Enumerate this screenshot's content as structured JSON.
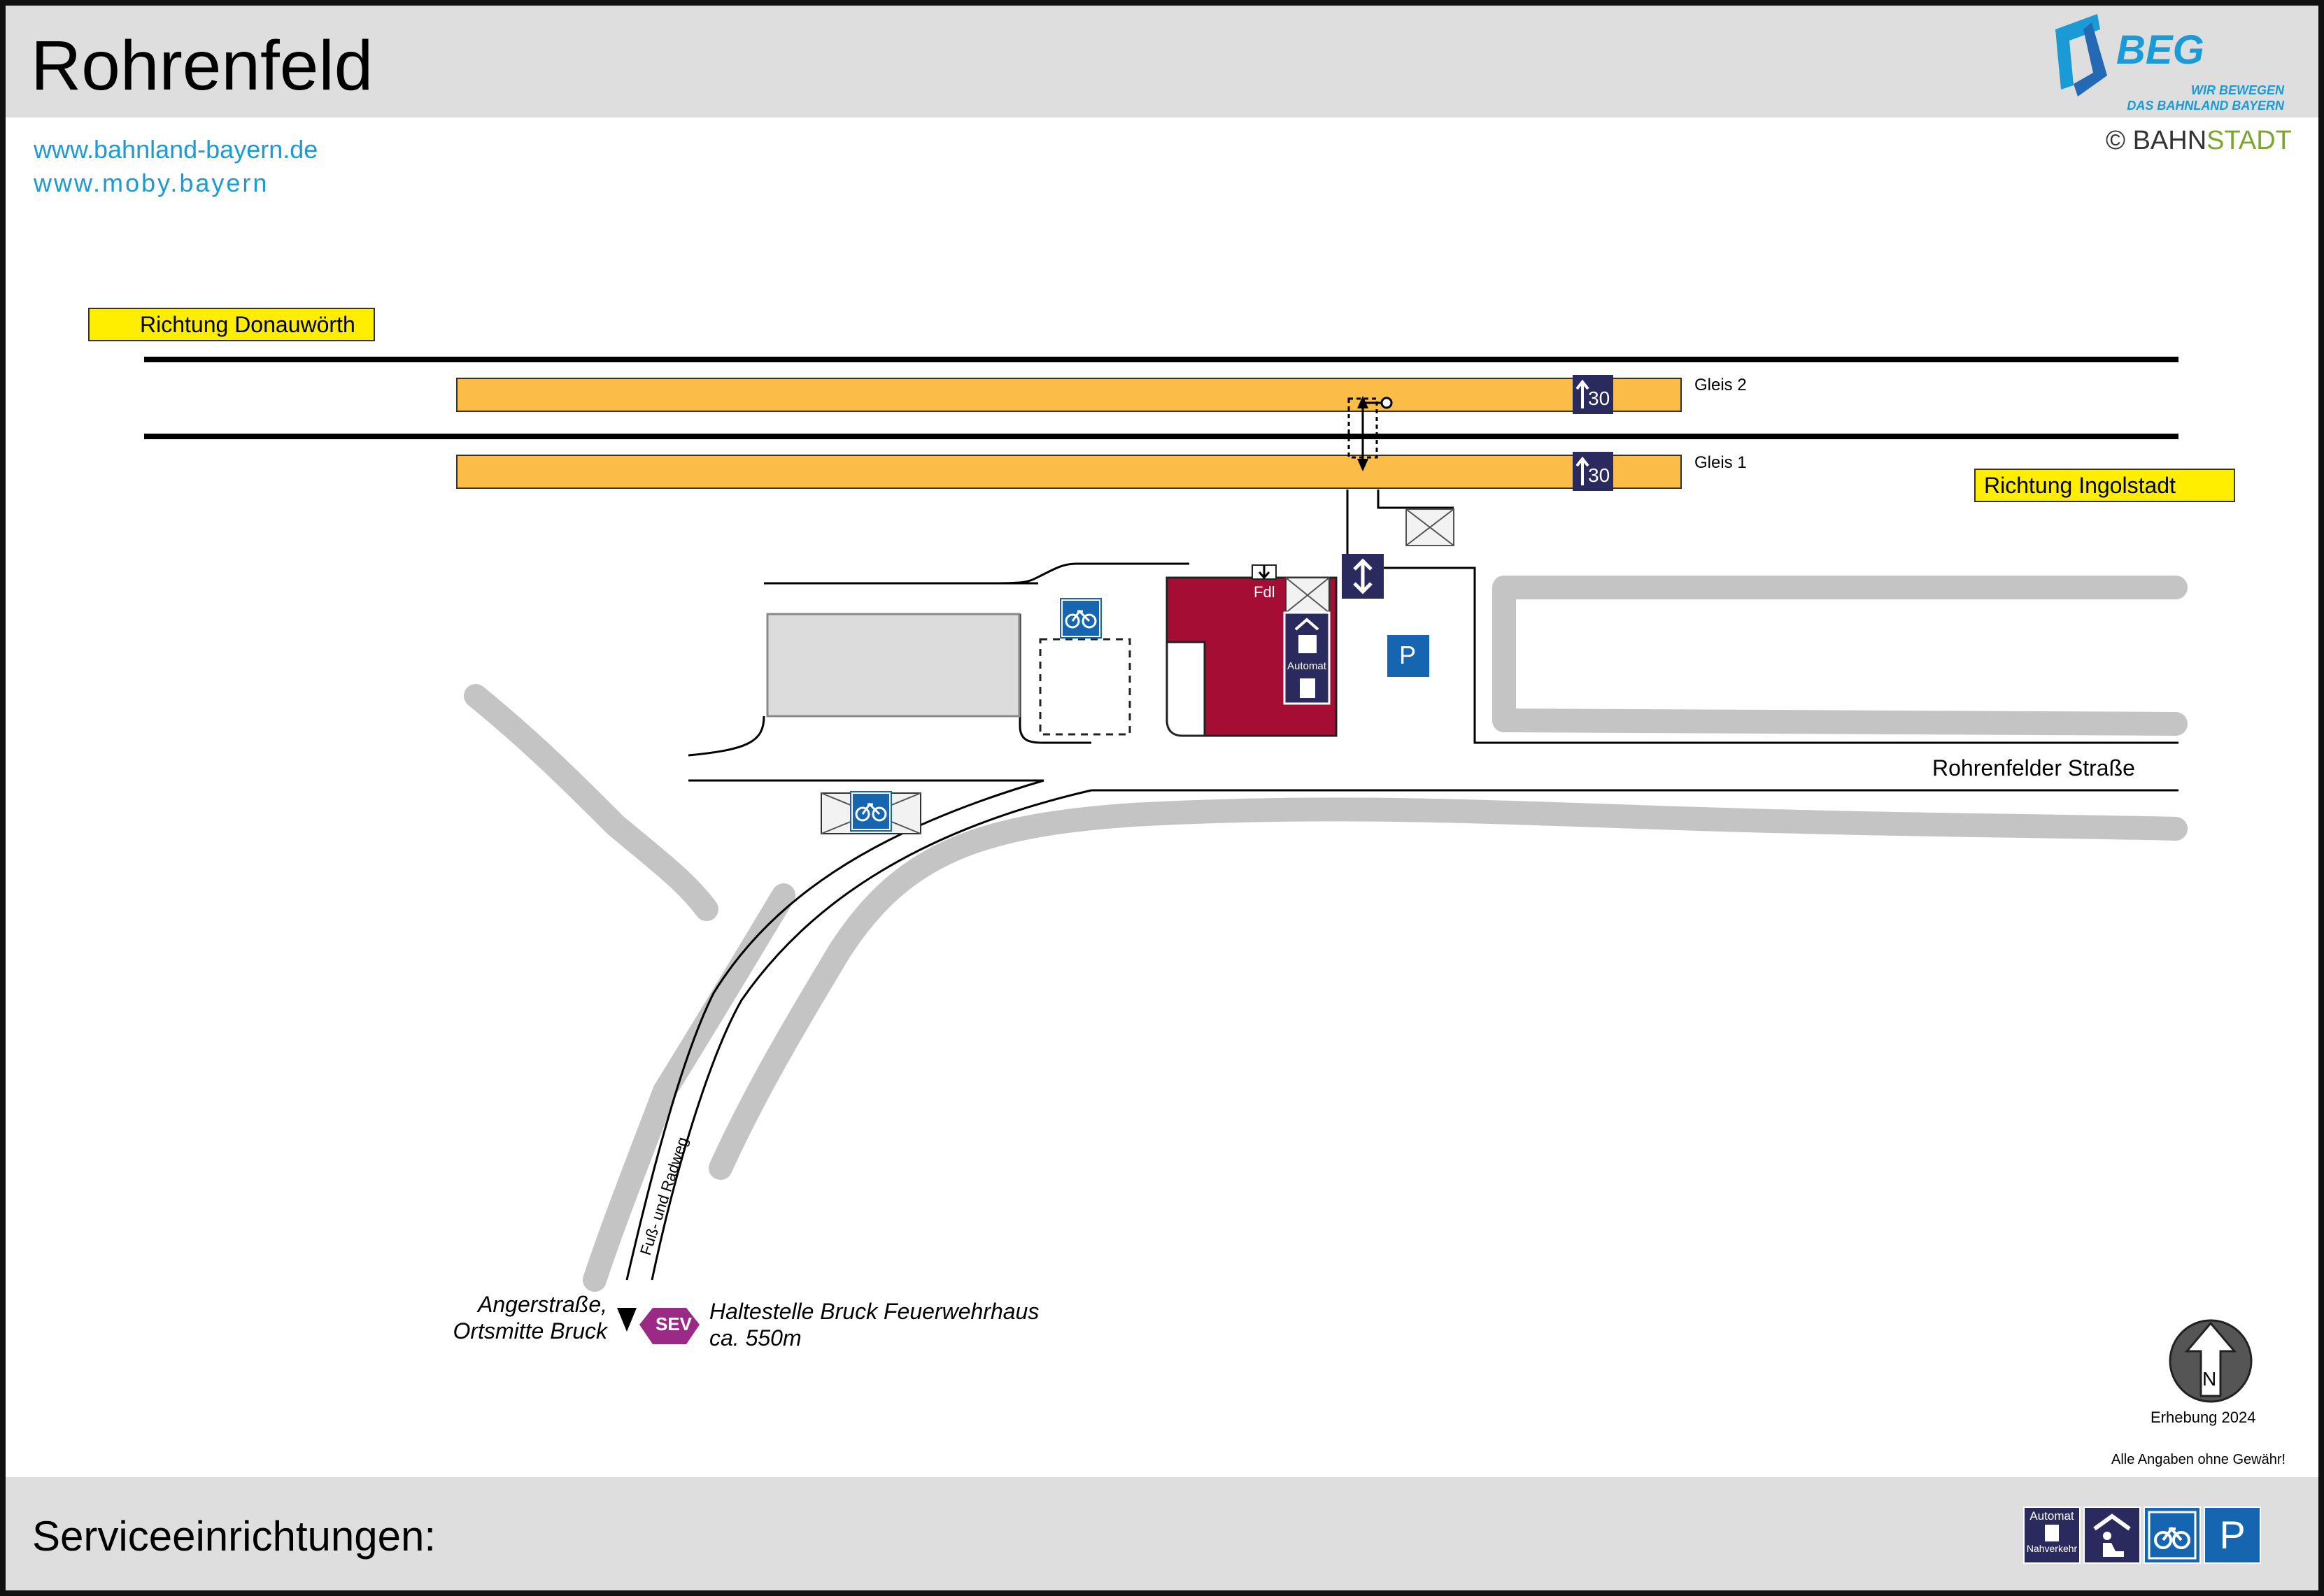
{
  "header": {
    "title": "Rohrenfeld",
    "links": [
      "www.bahnland-bayern.de",
      "www.moby.bayern"
    ],
    "logo_word": "BEG",
    "logo_claim_1": "WIR BEWEGEN",
    "logo_claim_2": "DAS BAHNLAND BAYERN",
    "copyright_symbol": "©",
    "copyright_a": "BAHN",
    "copyright_b": "STADT"
  },
  "map": {
    "direction_left": "Richtung Donauwörth",
    "direction_right": "Richtung Ingolstadt",
    "tracks": [
      "Gleis 2",
      "Gleis 1"
    ],
    "platform_length_sign": "30",
    "station_office": "Fdl",
    "ticket_machine": "Automat",
    "parking": "P",
    "street": "Rohrenfelder Straße",
    "path": "Fuß- und Radweg",
    "stop_left_1": "Angerstraße,",
    "stop_left_2": "Ortsmitte Bruck",
    "sev_badge": "SEV",
    "sev_stop_1": "Haltestelle Bruck Feuerwehrhaus",
    "sev_stop_2": "ca. 550m",
    "survey": "Erhebung 2024",
    "north": "N",
    "disclaimer": "Alle Angaben ohne Gewähr!"
  },
  "footer": {
    "title": "Serviceeinrichtungen:",
    "icons": [
      {
        "name": "ticket-machine-icon",
        "top": "Automat",
        "bottom": "Nahverkehr"
      },
      {
        "name": "waiting-shelter-icon"
      },
      {
        "name": "bike-parking-icon"
      },
      {
        "name": "parking-icon",
        "label": "P"
      }
    ]
  },
  "colors": {
    "platform": "#fbbd47",
    "building": "#a60d35",
    "parking": "#1565b0",
    "bike": "#1565b0",
    "icon_navy": "#2b2a5e",
    "sev": "#9b2a86",
    "direction_sign": "#ffee00",
    "vegetation": "#c8c8c8"
  }
}
